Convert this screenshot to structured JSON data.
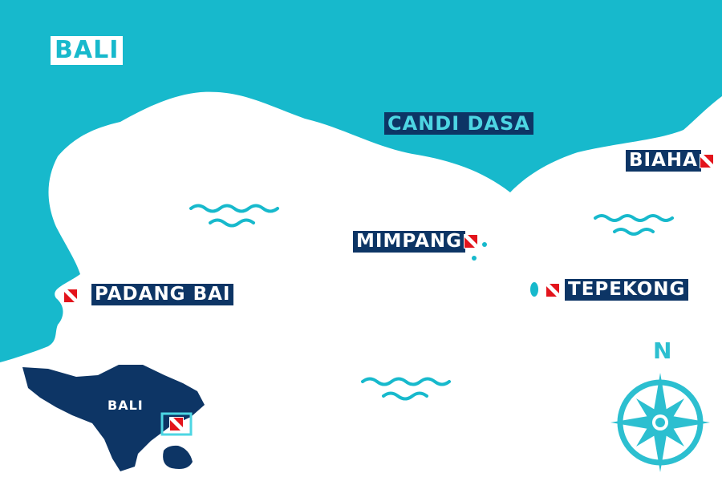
{
  "region_label": "BALI",
  "coast_label": "CANDI DASA",
  "dive_sites": [
    {
      "name": "PADANG BAI"
    },
    {
      "name": "MIMPANG"
    },
    {
      "name": "TEPEKONG"
    },
    {
      "name": "BIAHA"
    }
  ],
  "inset": {
    "label": "BALI"
  },
  "compass": {
    "north_label": "N"
  },
  "colors": {
    "land": "#17b9cc",
    "sea": "#ffffff",
    "label_bg": "#0d3565",
    "inset_land": "#0d3565",
    "dive_flag_red": "#e3141c",
    "compass": "#2cbfd0"
  },
  "icons": {
    "dive_site": "dive-flag-icon",
    "compass": "compass-rose-icon",
    "waves": "wave-icon"
  }
}
